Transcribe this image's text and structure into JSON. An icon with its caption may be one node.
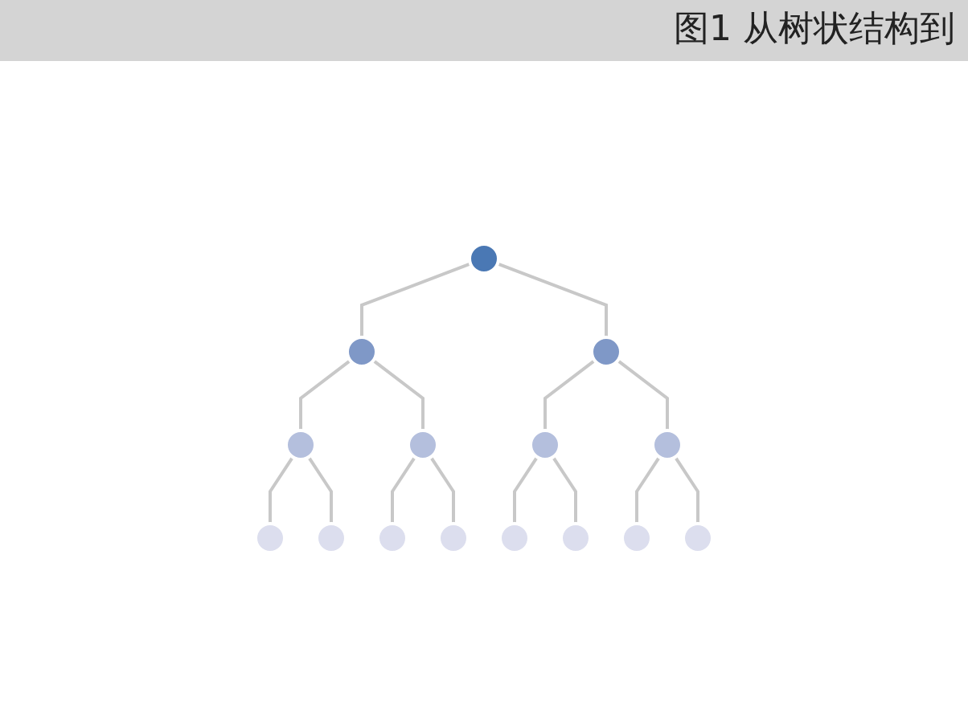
{
  "diagram": {
    "title": "图1 从树状结构到",
    "nodes": [
      {
        "text": [],
        "shape": "circle"
      },
      {
        "text": [],
        "shape": "circle"
      },
      {
        "text": [],
        "shape": "circle"
      },
      {
        "text": [],
        "shape": "circle"
      },
      {
        "text": [],
        "shape": "circle"
      },
      {
        "text": [],
        "shape": "circle"
      },
      {
        "text": [],
        "shape": "circle"
      },
      {
        "text": [],
        "shape": "circle"
      },
      {
        "text": [],
        "shape": "circle"
      },
      {
        "text": [],
        "shape": "circle"
      },
      {
        "text": [],
        "shape": "circle"
      },
      {
        "text": [],
        "shape": "circle"
      },
      {
        "text": [],
        "shape": "circle"
      },
      {
        "text": [],
        "shape": "circle"
      },
      {
        "text": [],
        "shape": "circle"
      }
    ],
    "edges": [
      {
        "from": 0,
        "to": 1,
        "arrow": "none"
      },
      {
        "from": 0,
        "to": 2,
        "arrow": "none"
      },
      {
        "from": 1,
        "to": 3,
        "arrow": "none"
      },
      {
        "from": 1,
        "to": 4,
        "arrow": "none"
      },
      {
        "from": 2,
        "to": 5,
        "arrow": "none"
      },
      {
        "from": 2,
        "to": 6,
        "arrow": "none"
      },
      {
        "from": 3,
        "to": 7,
        "arrow": "none"
      },
      {
        "from": 3,
        "to": 8,
        "arrow": "none"
      },
      {
        "from": 4,
        "to": 9,
        "arrow": "none"
      },
      {
        "from": 4,
        "to": 10,
        "arrow": "none"
      },
      {
        "from": 5,
        "to": 11,
        "arrow": "none"
      },
      {
        "from": 5,
        "to": 12,
        "arrow": "none"
      },
      {
        "from": 6,
        "to": 13,
        "arrow": "none"
      },
      {
        "from": 6,
        "to": 14,
        "arrow": "none"
      }
    ]
  }
}
